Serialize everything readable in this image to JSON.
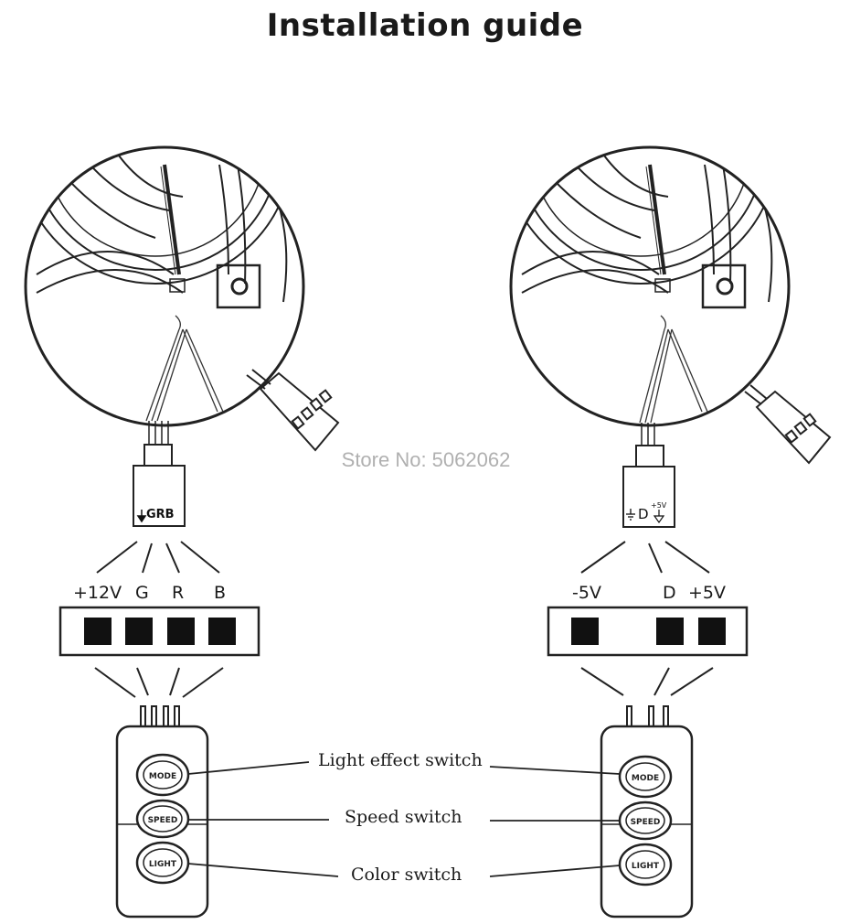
{
  "title": "Installation guide",
  "watermark": "Store No: 5062062",
  "left_connector_label": "GRB",
  "left_connector_symbol": "ground-arrow",
  "right_connector_label": "D",
  "right_connector_sup": "+5V",
  "left_pins": [
    "+12V",
    "G",
    "R",
    "B"
  ],
  "right_pins": [
    "-5V",
    "D",
    "+5V"
  ],
  "buttons": [
    "MODE",
    "SPEED",
    "LIGHT"
  ],
  "captions": {
    "light_effect": "Light effect switch",
    "speed": "Speed switch",
    "color": "Color switch"
  }
}
